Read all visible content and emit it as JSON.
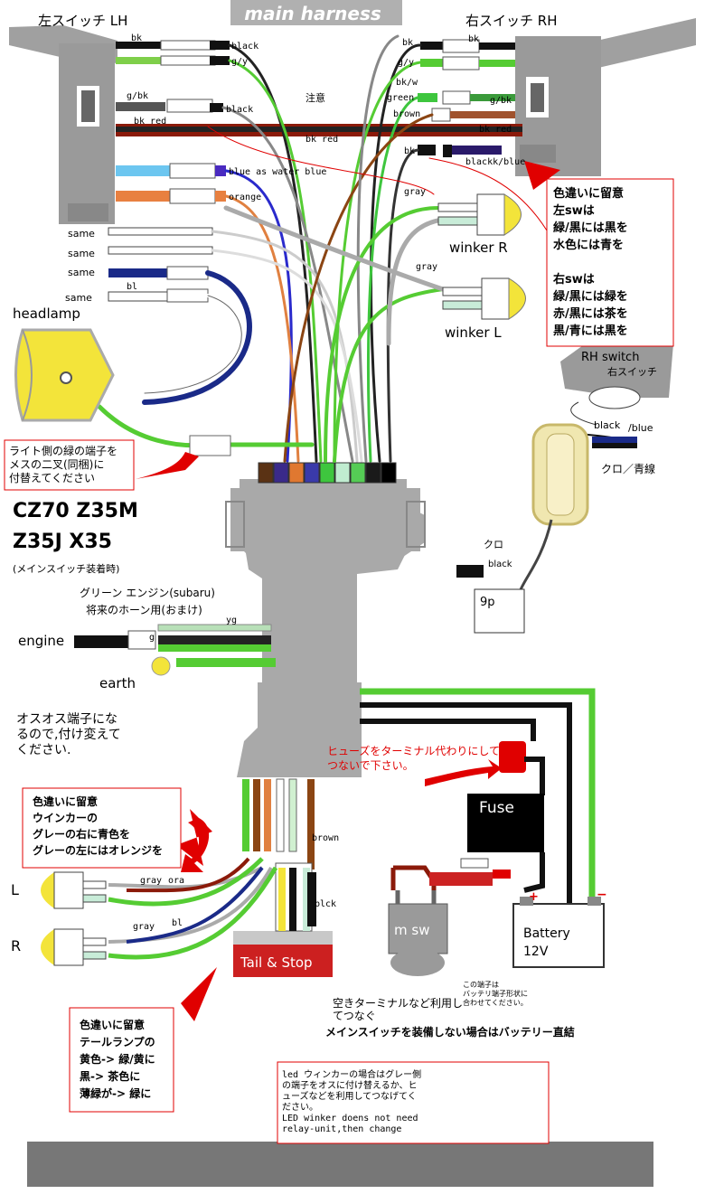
{
  "title": "main harness",
  "left_switch": "左スイッチ LH",
  "right_switch": "右スイッチ RH",
  "models": {
    "line1": "CZ70 Z35M",
    "line2": "Z35J X35",
    "sub": "(メインスイッチ装着時)"
  },
  "wire_labels": {
    "bk": "bk",
    "black": "black",
    "gy": "g/y",
    "gbk": "g/bk",
    "black2": "black",
    "bkred": "bk red",
    "bkred2": "bk red",
    "blue_as": "blue as water blue",
    "orange": "orange",
    "same": "same",
    "bl": "bl",
    "bk_r": "bk",
    "bk_r2": "bk",
    "gy_r": "g/y",
    "bkw": "bk/w",
    "green": "green",
    "gbk_r": "g/bk",
    "brown": "brown",
    "bkred_r": "bk red",
    "bk_r3": "bk",
    "blackblue": "blackk/blue",
    "caution": "注意",
    "gray": "gray",
    "gray2": "gray",
    "yg": "yg",
    "g": "g",
    "gray_l": "gray",
    "ora": "ora",
    "gray_r": "gray",
    "bl_r": "bl",
    "brown_b": "brown",
    "blck": "blck",
    "black_conn": "black",
    "blue_conn": "/blue",
    "kuro": "クロ",
    "black_k": "black"
  },
  "components": {
    "headlamp": "headlamp",
    "winker_r": "winker R",
    "winker_l": "winker L",
    "rh_switch": "RH switch",
    "rh_switch_jp": "右スイッチ",
    "kuro_blue": "クロ／青線",
    "nine_p": "9p",
    "engine": "engine",
    "earth": "earth",
    "fuse": "Fuse",
    "msw": "m sw",
    "battery": "Battery",
    "battery_v": "12V",
    "tail_stop": "Tail & Stop",
    "L": "L",
    "R": "R",
    "plus": "+",
    "minus": "−"
  },
  "notes": {
    "rh_note": [
      "色違いに留意",
      "左swは",
      "緑/黒には黒を",
      "水色には青を",
      "",
      "右swは",
      "緑/黒には緑を",
      "赤/黒には茶を",
      "黒/青には黒を"
    ],
    "light_note": [
      "ライト側の緑の端子を",
      "メスの二叉(同梱)に",
      "付替えてください"
    ],
    "green_engine": "グリーン エンジン(subaru)",
    "horn": "将来のホーン用(おまけ)",
    "osuosu": [
      "オスオス端子にな",
      "るので,付け変えて",
      "ください."
    ],
    "fuse_note": [
      "ヒューズをターミナル代わりにして",
      "つないで下さい。"
    ],
    "winker_note": [
      "色違いに留意",
      "ウインカーの",
      "グレーの右に青色を",
      "グレーの左にはオレンジを"
    ],
    "tail_note": [
      "色違いに留意",
      "テールランプの",
      "黄色-> 緑/黄に",
      "黒-> 茶色に",
      "薄緑が-> 緑に"
    ],
    "terminal_note": [
      "この端子は",
      "バッテリ端子形状に",
      "合わせてください。"
    ],
    "spare_terminal": [
      "空きターミナルなど利用し",
      "てつなぐ"
    ],
    "no_main_switch": "メインスイッチを装備しない場合はバッテリー直結",
    "led_note": [
      "led ウィンカーの場合はグレー側",
      "の端子をオスに付け替えるか、ヒ",
      "ューズなどを利用してつなげてく",
      "ださい。",
      "LED winker doens not need",
      "relay-unit,then change"
    ]
  },
  "connector_colors": [
    "#5a3214",
    "#3a2a8a",
    "#e07830",
    "#3a3aaa",
    "#3ec63e",
    "#c0ecd0",
    "#55cc55",
    "#1a1a1a",
    "#000000"
  ],
  "colors": {
    "red": "#e00000",
    "green": "#4ccc30",
    "gray": "#999999",
    "harness": "#a8a8a8",
    "navy": "#1a2a88"
  }
}
